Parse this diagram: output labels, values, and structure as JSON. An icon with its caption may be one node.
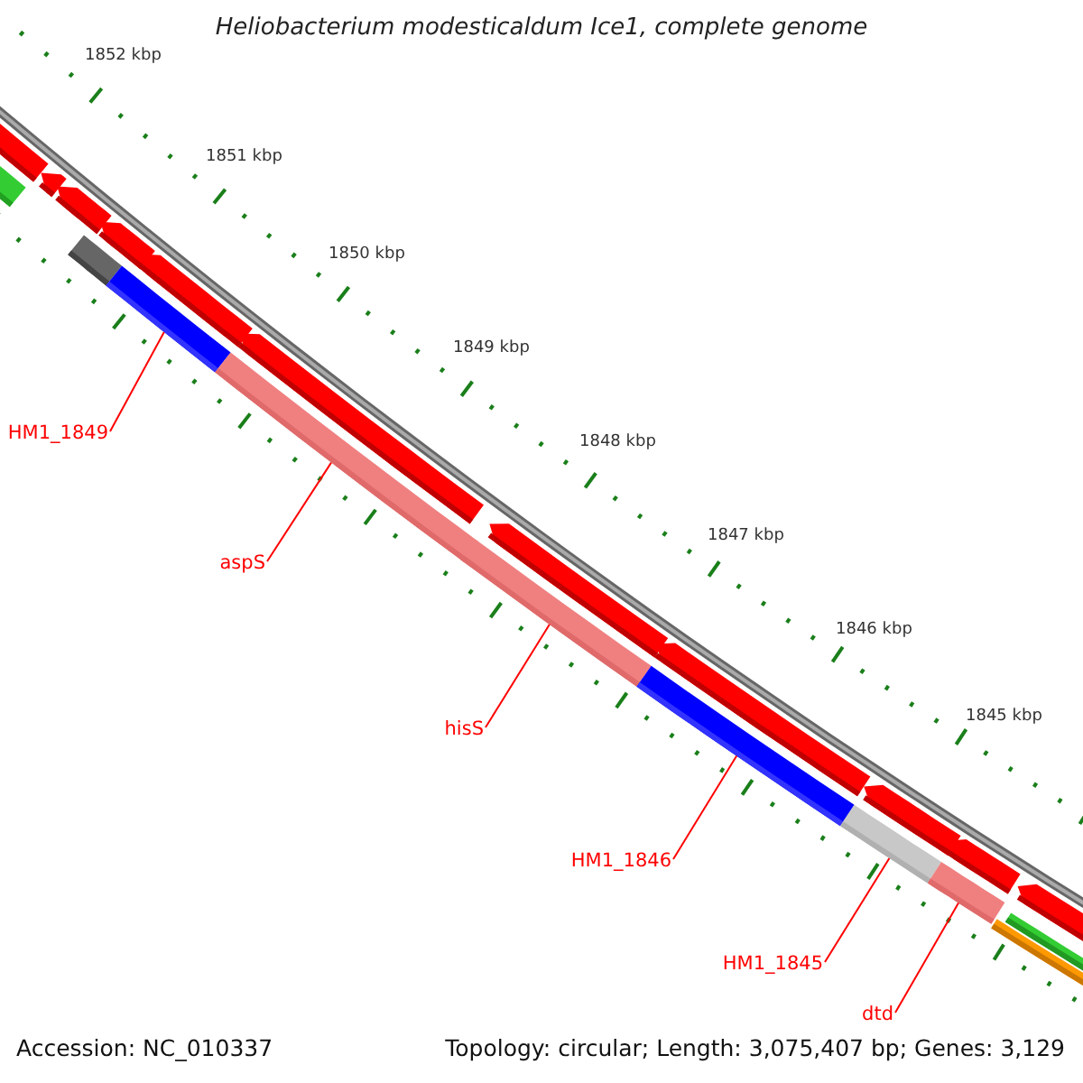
{
  "diagram": {
    "title": "Heliobacterium modesticaldum Ice1, complete genome",
    "nodes": [
      {
        "text": [
          "HM1_1849"
        ]
      },
      {
        "text": [
          "aspS"
        ]
      },
      {
        "text": [
          "hisS"
        ]
      },
      {
        "text": [
          "HM1_1846"
        ]
      },
      {
        "text": [
          "HM1_1845"
        ]
      },
      {
        "text": [
          "dtd"
        ]
      },
      {
        "text": [],
        "shape": "bar"
      },
      {
        "text": [],
        "shape": "bar"
      },
      {
        "text": [],
        "shape": "bar"
      },
      {
        "text": [],
        "shape": "bar"
      },
      {
        "text": [],
        "shape": "bar"
      },
      {
        "text": [],
        "shape": "bar"
      }
    ],
    "edges": [
      {
        "from": 0,
        "to": 6,
        "arrow": "none"
      },
      {
        "from": 1,
        "to": 7,
        "arrow": "none"
      },
      {
        "from": 2,
        "to": 8,
        "arrow": "none"
      },
      {
        "from": 3,
        "to": 9,
        "arrow": "none"
      },
      {
        "from": 4,
        "to": 10,
        "arrow": "none"
      },
      {
        "from": 5,
        "to": 11,
        "arrow": "none"
      }
    ],
    "labels": [
      "1852 kbp",
      "1851 kbp",
      "1850 kbp",
      "1849 kbp",
      "1848 kbp",
      "1847 kbp",
      "1846 kbp",
      "1845 kbp",
      "Accession: NC_010337",
      "Topology: circular; Length: 3,075,407 bp; Genes: 3,129"
    ]
  }
}
